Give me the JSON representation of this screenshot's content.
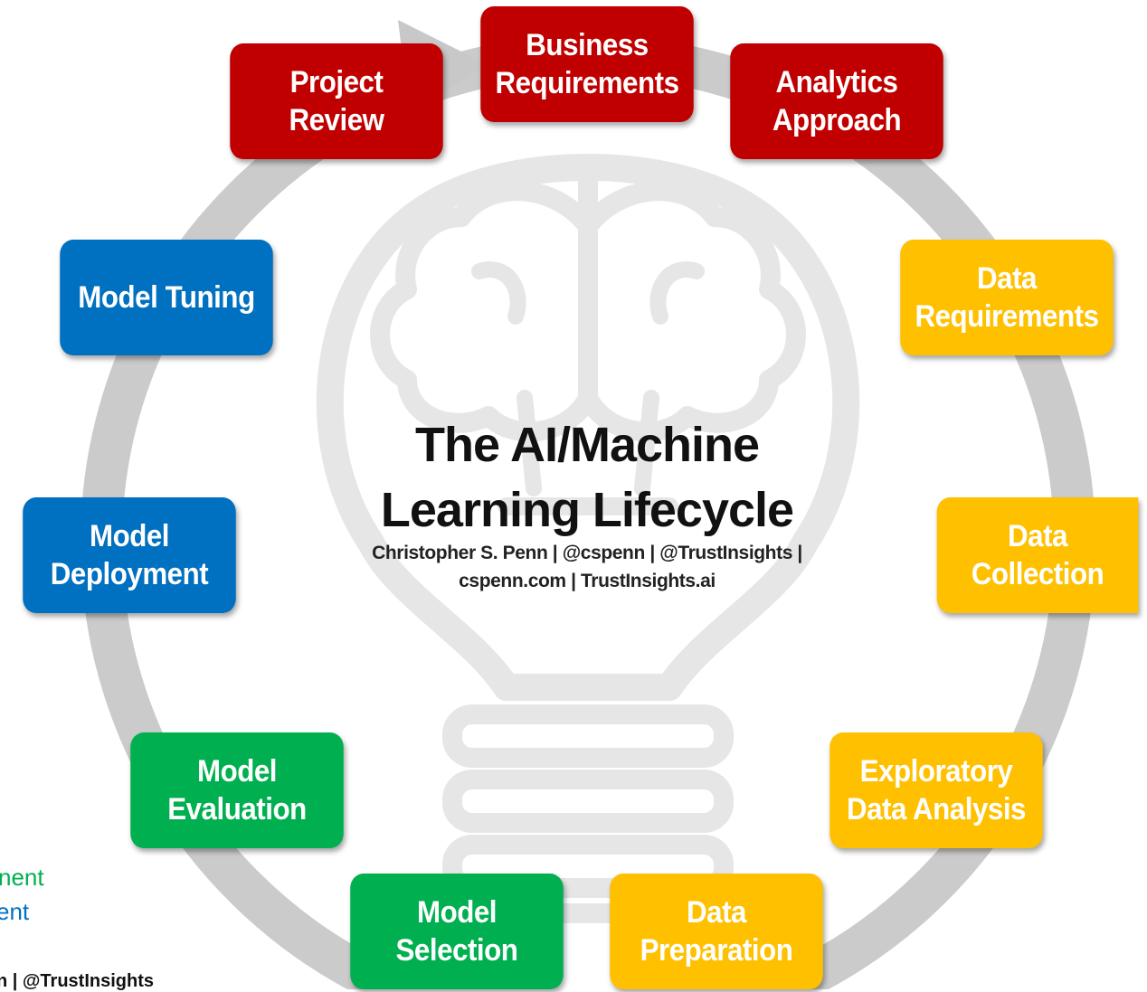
{
  "title": {
    "line1": "The AI/Machine",
    "line2": "Learning Lifecycle"
  },
  "credits": {
    "line1": "Christopher S. Penn | @cspenn | @TrustInsights |",
    "line2": "cspenn.com | TrustInsights.ai"
  },
  "colors": {
    "red": "#c00000",
    "yellow": "#ffc000",
    "green": "#00b050",
    "blue": "#0070c0",
    "ring": "#c8c8c8",
    "bulb": "#e6e6e6"
  },
  "stages": [
    {
      "line1": "Business",
      "line2": "Requirements",
      "color": "#c00000"
    },
    {
      "line1": "Analytics",
      "line2": "Approach",
      "color": "#c00000"
    },
    {
      "line1": "Data",
      "line2": "Requirements",
      "color": "#ffc000"
    },
    {
      "line1": "Data",
      "line2": "Collection",
      "color": "#ffc000"
    },
    {
      "line1": "Exploratory",
      "line2": "Data Analysis",
      "color": "#ffc000"
    },
    {
      "line1": "Data",
      "line2": "Preparation",
      "color": "#ffc000"
    },
    {
      "line1": "Model",
      "line2": "Selection",
      "color": "#00b050"
    },
    {
      "line1": "Model",
      "line2": "Evaluation",
      "color": "#00b050"
    },
    {
      "line1": "Model",
      "line2": "Deployment",
      "color": "#0070c0"
    },
    {
      "line1": "Model Tuning",
      "line2": "",
      "color": "#0070c0"
    },
    {
      "line1": "Project",
      "line2": "Review",
      "color": "#c00000"
    }
  ],
  "cropped_fragments": {
    "line1": "nent",
    "line2": "ent",
    "line3": "n | @TrustInsights"
  },
  "icons": [
    "lightbulb-brain-icon",
    "cycle-arrow-icon"
  ]
}
